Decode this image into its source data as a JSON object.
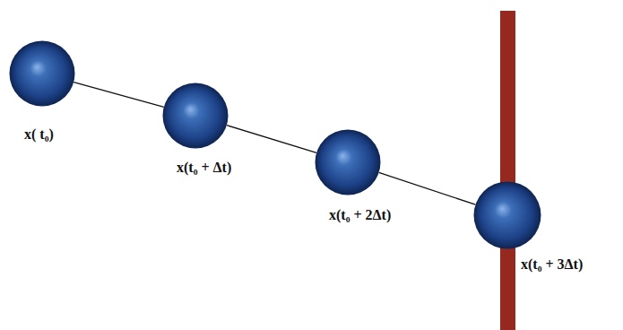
{
  "diagram": {
    "nodes": [
      {
        "text": [
          "x( t₀)"
        ]
      },
      {
        "text": [
          "x(t₀ + Δt)"
        ]
      },
      {
        "text": [
          "x(t₀ + 2Δt)"
        ]
      },
      {
        "text": [
          "x(t₀ + 3Δt)"
        ]
      }
    ],
    "edges": [
      {
        "from": 0,
        "to": 1,
        "arrow": "none"
      },
      {
        "from": 1,
        "to": 2,
        "arrow": "none"
      },
      {
        "from": 2,
        "to": 3,
        "arrow": "none"
      }
    ]
  }
}
